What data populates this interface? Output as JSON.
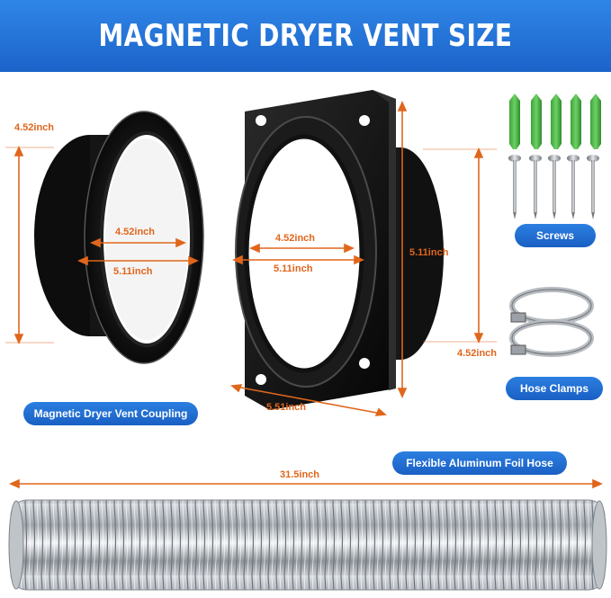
{
  "title": "MAGNETIC DRYER VENT SIZE",
  "colors": {
    "banner": "#1f6fd6",
    "dimension": "#e0661c",
    "pill": "#1f6fd6"
  },
  "coupling": {
    "name": "Magnetic Dryer Vent Coupling",
    "height": "4.52inch",
    "inner_diameter": "4.52inch",
    "outer_diameter": "5.11inch"
  },
  "flange": {
    "inner_diameter": "4.52inch",
    "outer_diameter": "5.11inch",
    "height": "5.11inch",
    "width": "5.51inch",
    "depth": "4.52inch"
  },
  "accessories": {
    "screws": "Screws",
    "clamps": "Hose Clamps"
  },
  "hose": {
    "name": "Flexible Aluminum Foil Hose",
    "length": "31.5inch"
  }
}
